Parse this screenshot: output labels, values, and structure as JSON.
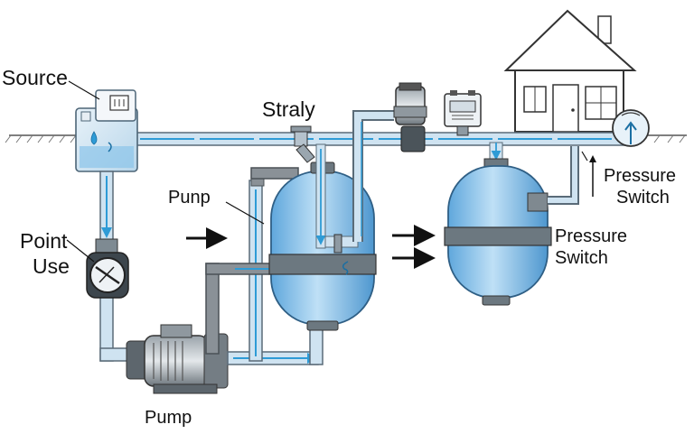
{
  "labels": {
    "source": "Source",
    "straly": "Straly",
    "punp": "Punp",
    "point_use_line1": "Point",
    "point_use_line2": "Use",
    "pump": "Pump",
    "pressure_switch_top_line1": "Pressure",
    "pressure_switch_top_line2": "Switch",
    "pressure_switch_mid_line1": "Pressure",
    "pressure_switch_mid_line2": "Switch"
  },
  "colors": {
    "pipe_outline": "#5a6b78",
    "pipe_fill": "#cfe3f1",
    "water_flow": "#2e9bd6",
    "tank_blue": "#8cc4ea",
    "tank_band": "#6c7880",
    "ground": "#555555"
  },
  "icons": [
    "house-icon",
    "water-drop-icon",
    "pressure-gauge-icon",
    "motor-icon",
    "control-box-icon",
    "flow-arrow-icon"
  ]
}
